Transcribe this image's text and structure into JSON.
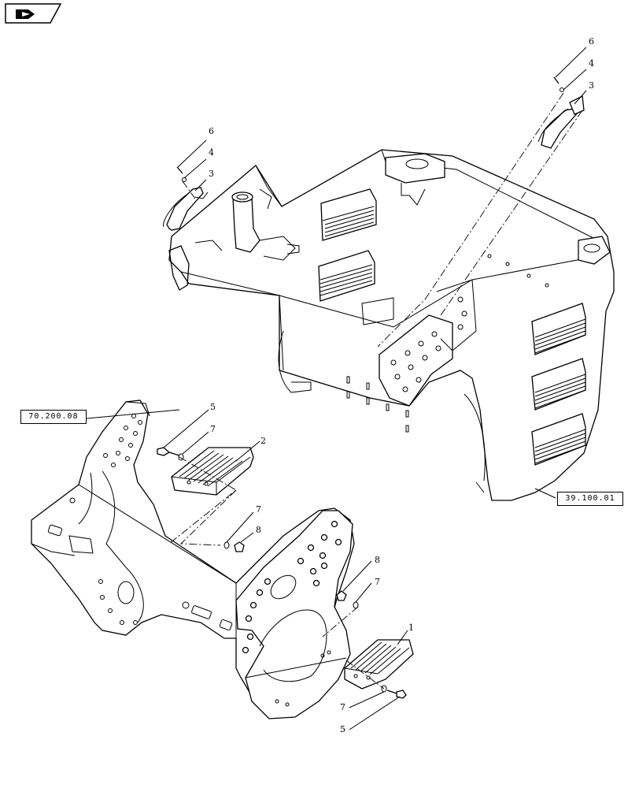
{
  "nav": {
    "icon": "page-flag-icon"
  },
  "references": {
    "frame_ref": "70.200.08",
    "chassis_ref": "39.100.01"
  },
  "callouts": {
    "handrail_left": {
      "bolt": "6",
      "washer": "4",
      "handle": "3"
    },
    "handrail_right": {
      "bolt": "6",
      "washer": "4",
      "handle": "3"
    },
    "step_upper": {
      "bolt": "5",
      "washer": "7",
      "step": "2",
      "nut_washer": "7",
      "nut": "8"
    },
    "step_lower": {
      "nut": "8",
      "nut_washer": "7",
      "step": "1",
      "washer": "7",
      "bolt": "5"
    }
  }
}
